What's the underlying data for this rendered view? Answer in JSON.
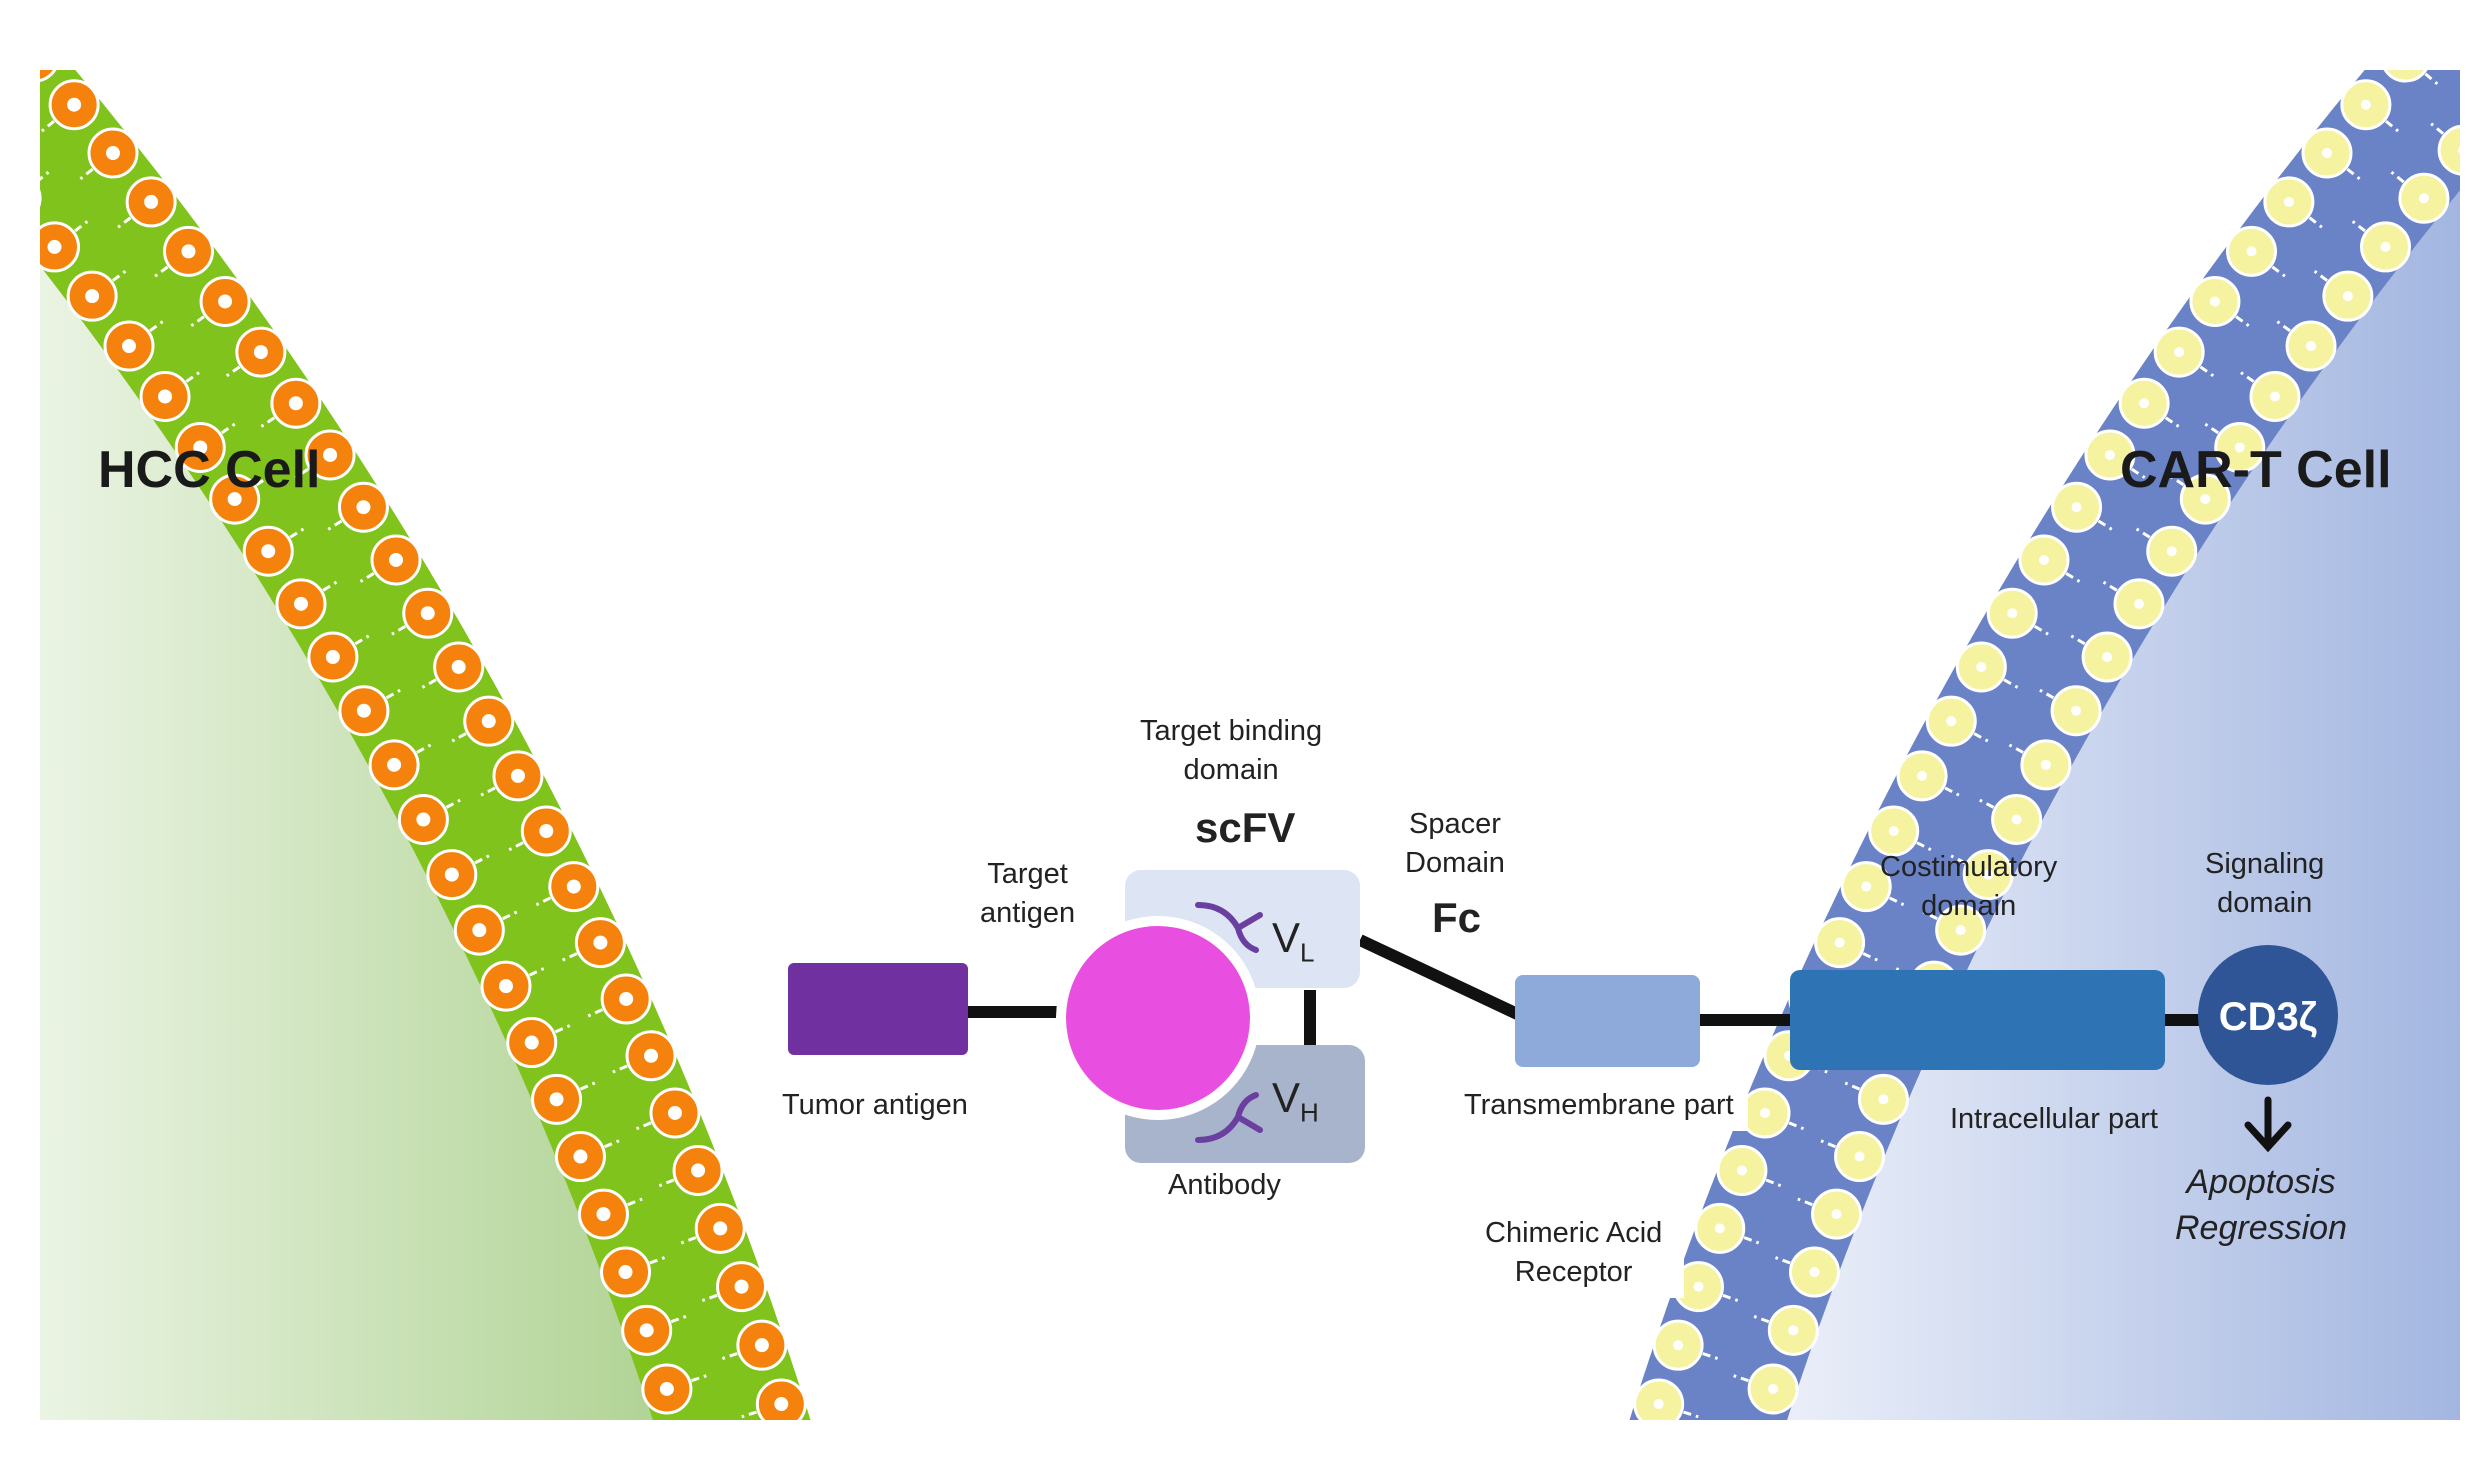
{
  "cells": {
    "left": {
      "title": "HCC Cell",
      "membrane_color": "#7fc31c",
      "head_color": "#f5820d",
      "fill_color": "#a9cf8a"
    },
    "right": {
      "title": "CAR-T Cell",
      "membrane_color": "#6a82c6",
      "head_color": "#f5f3a0",
      "fill_color": "#9fb3df"
    }
  },
  "labels": {
    "target_binding_1": "Target binding",
    "target_binding_2": "domain",
    "scfv": "scFV",
    "target_antigen_1": "Target",
    "target_antigen_2": "antigen",
    "spacer_1": "Spacer",
    "spacer_2": "Domain",
    "fc": "Fc",
    "costim_1": "Costimulatory",
    "costim_2": "domain",
    "signaling_1": "Signaling",
    "signaling_2": "domain",
    "tumor_antigen": "Tumor antigen",
    "antibody": "Antibody",
    "transmembrane": "Transmembrane part",
    "intracellular": "Intracellular part",
    "chimeric_1": "Chimeric Acid",
    "chimeric_2": "Receptor",
    "vl_main": "V",
    "vl_sub": "L",
    "vh_main": "V",
    "vh_sub": "H",
    "cd3z": "CD3ζ",
    "apoptosis": "Apoptosis",
    "regression": "Regression"
  },
  "colors": {
    "tumor_antigen": "#7030a0",
    "target_antigen": "#e84ee0",
    "vl_box": "#dde4f4",
    "vh_box": "#a8b4cb",
    "antibody_icon": "#6b3fa0",
    "transmembrane": "#8eaadb",
    "costimulatory": "#2e74b5",
    "cd3z": "#2f5597",
    "connector": "#111111"
  },
  "icons": [
    "antibody-icon",
    "arrow-down-icon"
  ]
}
